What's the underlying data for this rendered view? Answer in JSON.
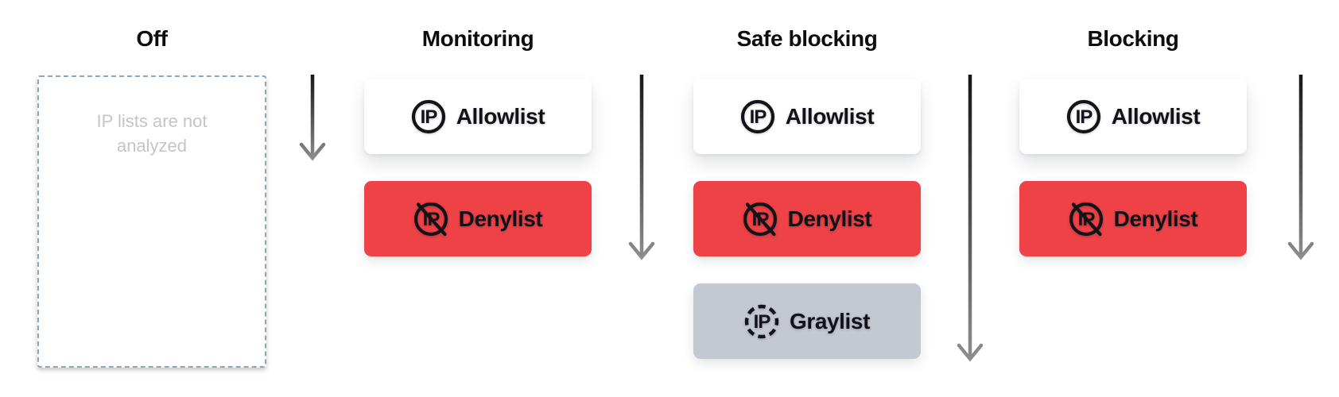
{
  "diagram": {
    "name": "ip-lists-analysis-modes",
    "background": "#ffffff"
  },
  "columns": [
    {
      "title": "Off",
      "placeholder": "IP lists are not analyzed",
      "cards": []
    },
    {
      "title": "Monitoring",
      "cards": [
        {
          "label": "Allowlist",
          "icon": "ip-circle-icon",
          "bg": "#ffffff"
        },
        {
          "label": "Denylist",
          "icon": "ip-blocked-icon",
          "bg": "#ee4247"
        }
      ]
    },
    {
      "title": "Safe blocking",
      "cards": [
        {
          "label": "Allowlist",
          "icon": "ip-circle-icon",
          "bg": "#ffffff"
        },
        {
          "label": "Denylist",
          "icon": "ip-blocked-icon",
          "bg": "#ee4247"
        },
        {
          "label": "Graylist",
          "icon": "ip-dashed-circle-icon",
          "bg": "#c3c8d1"
        }
      ]
    },
    {
      "title": "Blocking",
      "cards": [
        {
          "label": "Allowlist",
          "icon": "ip-circle-icon",
          "bg": "#ffffff"
        },
        {
          "label": "Denylist",
          "icon": "ip-blocked-icon",
          "bg": "#ee4247"
        }
      ]
    }
  ],
  "icons": {
    "ip_label": "IP"
  },
  "arrows": [
    {
      "name": "down-arrow-off-to-monitoring",
      "relative_length": "short"
    },
    {
      "name": "down-arrow-monitoring-to-safe-blocking",
      "relative_length": "medium"
    },
    {
      "name": "down-arrow-safe-blocking-to-blocking",
      "relative_length": "long"
    },
    {
      "name": "down-arrow-after-blocking",
      "relative_length": "medium"
    }
  ],
  "colors": {
    "title_text": "#0c0d10",
    "label_text": "#101218",
    "allowlist_bg": "#ffffff",
    "denylist_bg": "#ee4247",
    "graylist_bg": "#c3c8d1",
    "icon": "#13141a",
    "off_box_border": "#8ba9ba",
    "off_placeholder_text": "#c5c5c5",
    "arrow_gradient_top": "#151515",
    "arrow_gradient_bottom": "#8f8f8f"
  }
}
